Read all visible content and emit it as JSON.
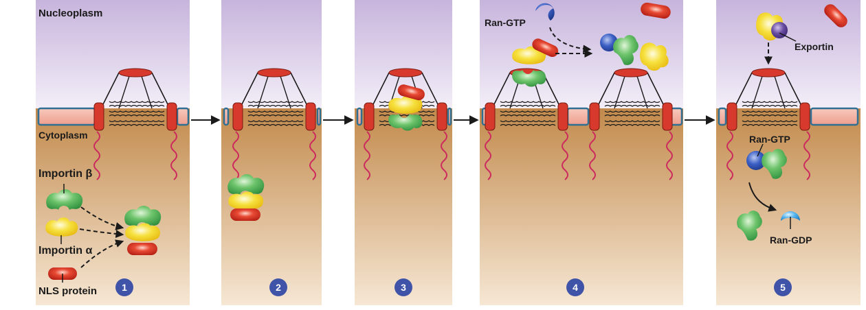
{
  "regions": {
    "nucleoplasm": "Nucleoplasm",
    "cytoplasm": "Cytoplasm"
  },
  "labels": {
    "importin_beta": "Importin β",
    "importin_alpha": "Importin α",
    "nls_protein": "NLS protein",
    "ran_gtp_top": "Ran-GTP",
    "exportin": "Exportin",
    "ran_gtp_bottom": "Ran-GTP",
    "ran_gdp": "Ran-GDP"
  },
  "steps": [
    "1",
    "2",
    "3",
    "4",
    "5"
  ],
  "colors": {
    "nucleoplasm_top": "#c7b4dc",
    "nucleoplasm_bottom": "#f3eef8",
    "cytoplasm_top": "#c28a4c",
    "cytoplasm_bottom": "#f6e7d4",
    "membrane_fill": "#f2b3a4",
    "membrane_border": "#2e6f93",
    "pore_red": "#d73a2c",
    "fibril": "#cc2a5e",
    "importin_beta": "#4caf50",
    "importin_alpha": "#f2d21b",
    "nls_protein": "#d42a1e",
    "ran_gtp": "#2d4fb0",
    "ran_gdp": "#3a9fe0",
    "exportin": "#5b3f8e",
    "step_badge": "#3f53a8"
  }
}
